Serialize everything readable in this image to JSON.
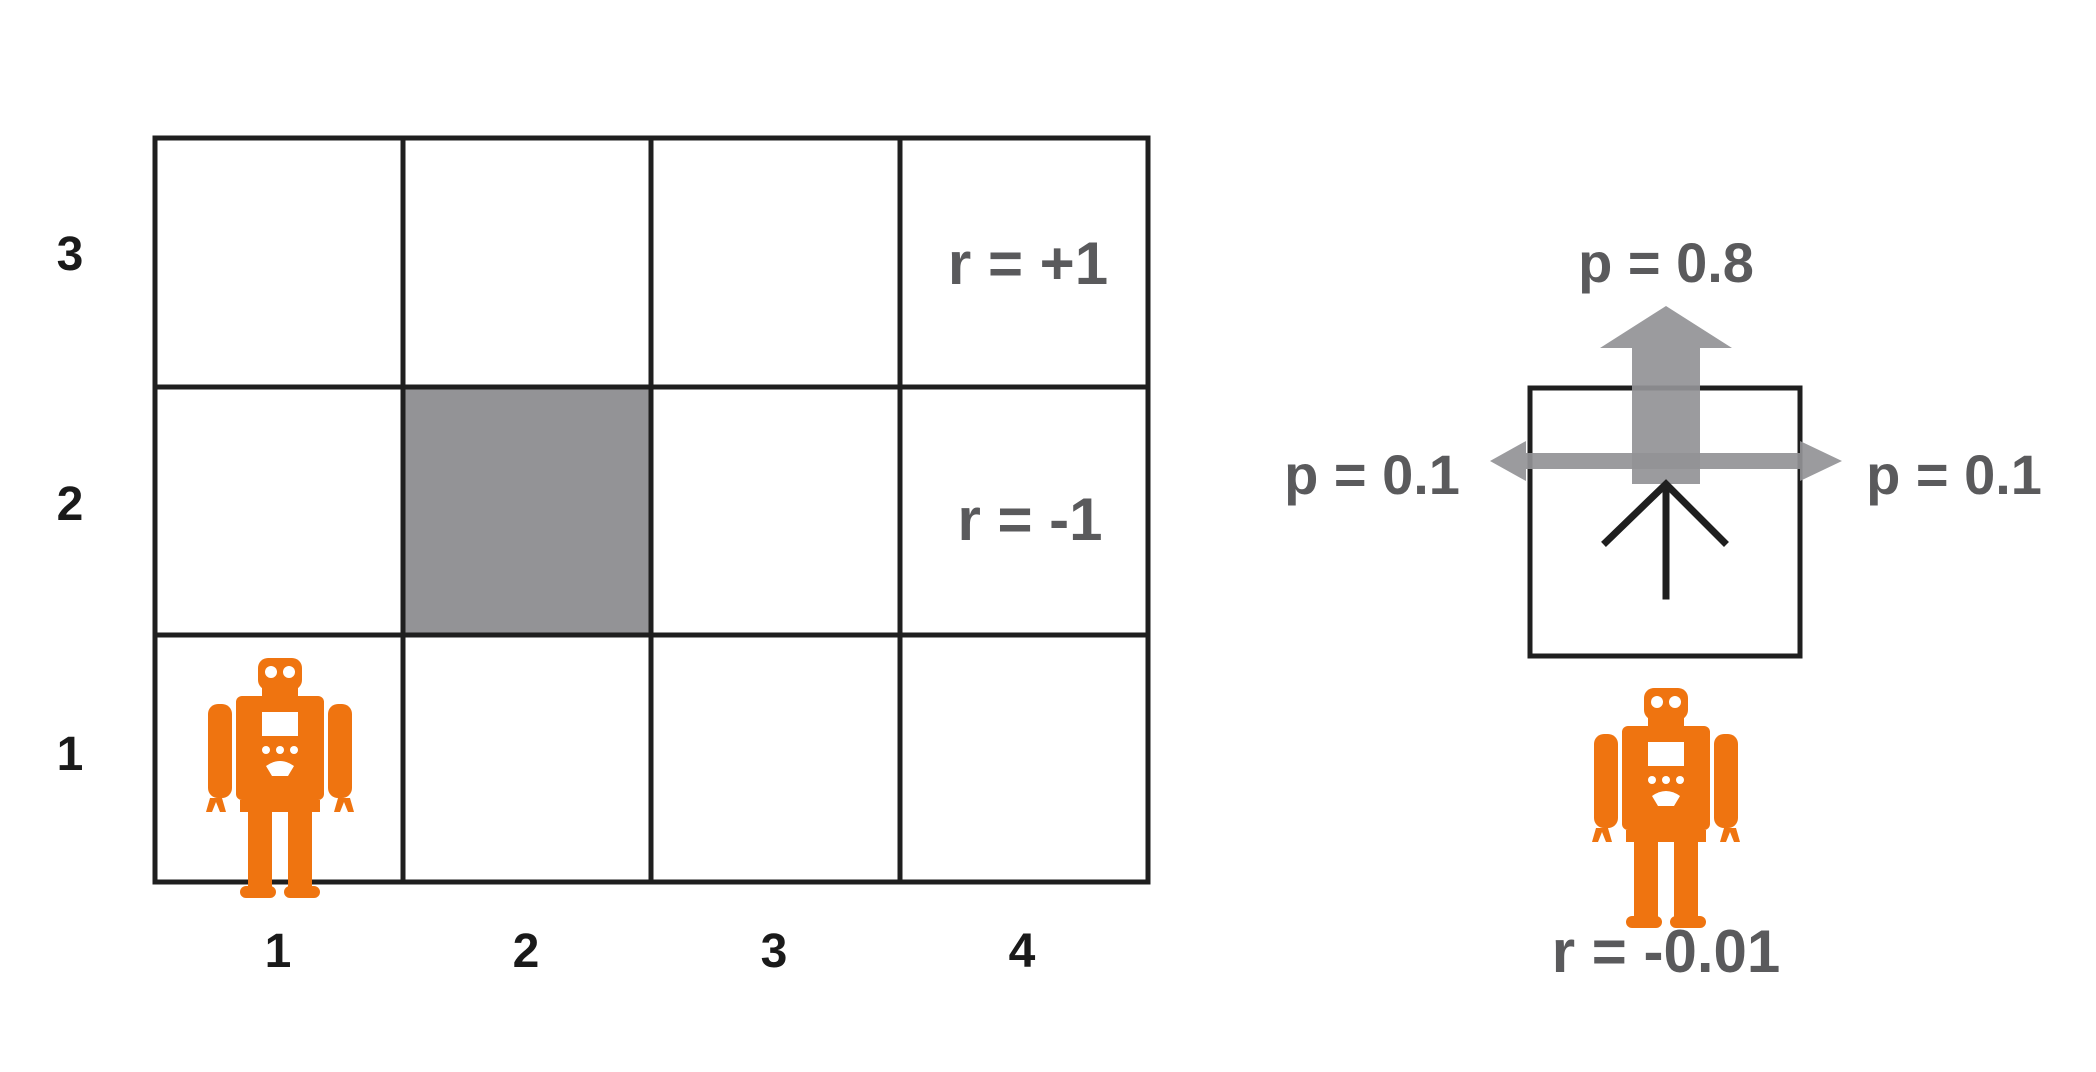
{
  "grid": {
    "columns": 4,
    "rows": 3,
    "col_labels": [
      "1",
      "2",
      "3",
      "4"
    ],
    "row_labels": [
      "3",
      "2",
      "1"
    ],
    "blocked_cell": {
      "col": 2,
      "row": 2
    },
    "agent_cell": {
      "col": 1,
      "row": 1
    },
    "reward_pos": "r = +1",
    "reward_neg": "r = -1"
  },
  "transition": {
    "p_forward": "p = 0.8",
    "p_left": "p = 0.1",
    "p_right": "p = 0.1",
    "step_reward": "r = -0.01"
  },
  "colors": {
    "agent": "#ef7410",
    "blocked": "#939396",
    "arrow": "#939396",
    "lines": "#1f1f1f",
    "label_gray": "#5a5a5c"
  },
  "icons": {
    "agent": "robot-icon",
    "intended_action": "up-arrow-icon"
  }
}
